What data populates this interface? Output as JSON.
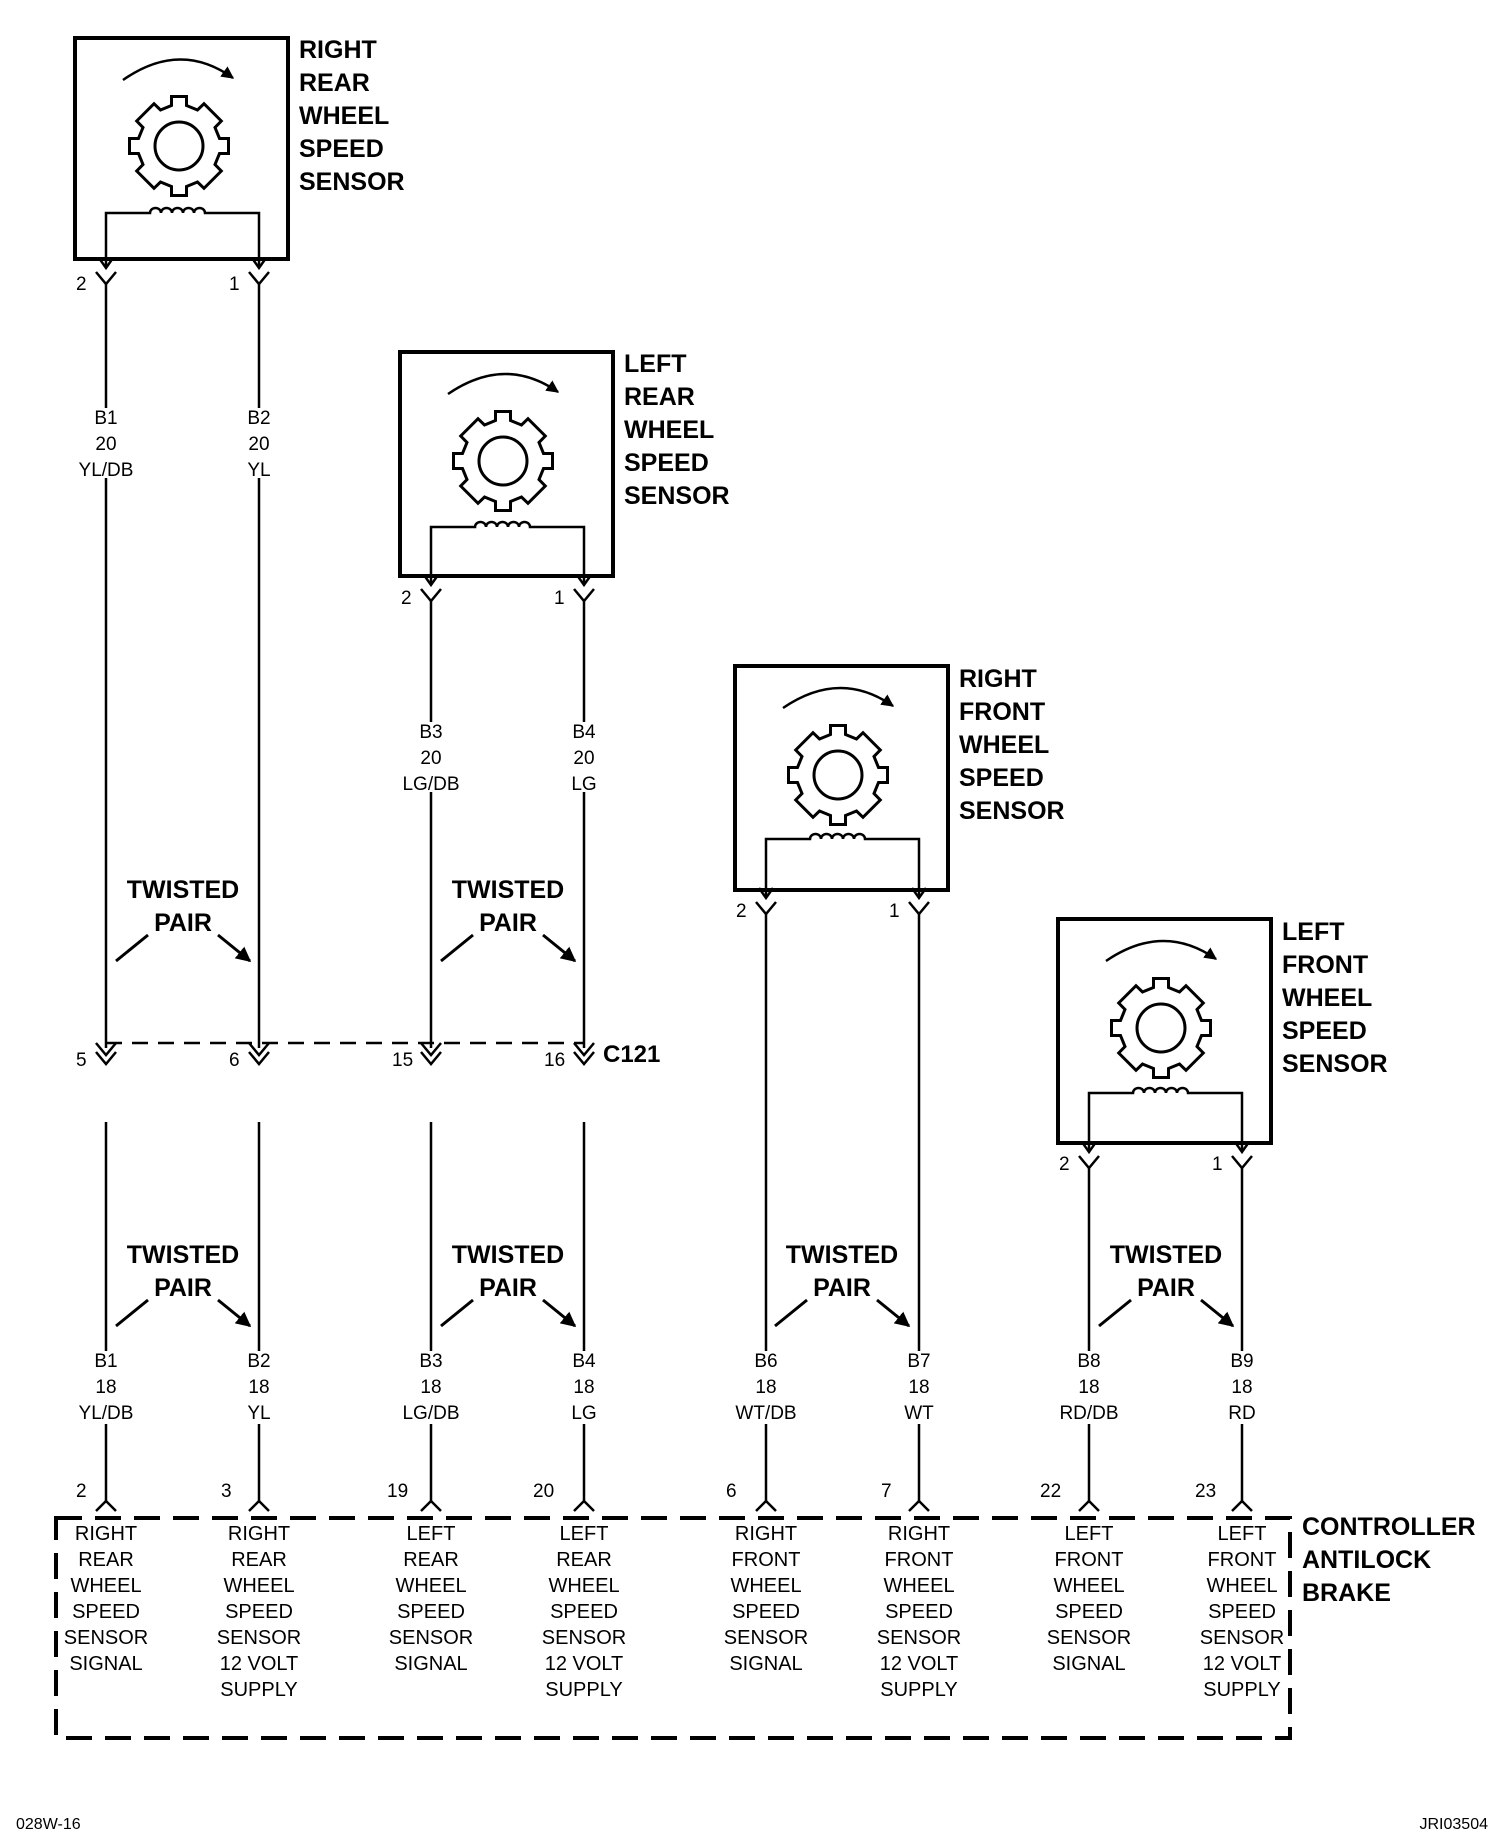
{
  "sensors": [
    {
      "title": [
        "RIGHT",
        "REAR",
        "WHEEL",
        "SPEED",
        "SENSOR"
      ],
      "pins": [
        "2",
        "1"
      ]
    },
    {
      "title": [
        "LEFT",
        "REAR",
        "WHEEL",
        "SPEED",
        "SENSOR"
      ],
      "pins": [
        "2",
        "1"
      ]
    },
    {
      "title": [
        "RIGHT",
        "FRONT",
        "WHEEL",
        "SPEED",
        "SENSOR"
      ],
      "pins": [
        "2",
        "1"
      ]
    },
    {
      "title": [
        "LEFT",
        "FRONT",
        "WHEEL",
        "SPEED",
        "SENSOR"
      ],
      "pins": [
        "2",
        "1"
      ]
    }
  ],
  "upper_wires": [
    [
      "B1",
      "20",
      "YL/DB"
    ],
    [
      "B2",
      "20",
      "YL"
    ],
    [
      "B3",
      "20",
      "LG/DB"
    ],
    [
      "B4",
      "20",
      "LG"
    ]
  ],
  "connector": {
    "label": "C121",
    "pins": [
      "5",
      "6",
      "15",
      "16"
    ]
  },
  "twisted_pair_label": [
    "TWISTED",
    "PAIR"
  ],
  "lower_wires": [
    [
      "B1",
      "18",
      "YL/DB"
    ],
    [
      "B2",
      "18",
      "YL"
    ],
    [
      "B3",
      "18",
      "LG/DB"
    ],
    [
      "B4",
      "18",
      "LG"
    ],
    [
      "B6",
      "18",
      "WT/DB"
    ],
    [
      "B7",
      "18",
      "WT"
    ],
    [
      "B8",
      "18",
      "RD/DB"
    ],
    [
      "B9",
      "18",
      "RD"
    ]
  ],
  "controller": {
    "title": [
      "CONTROLLER",
      "ANTILOCK",
      "BRAKE"
    ],
    "pins": [
      "2",
      "3",
      "19",
      "20",
      "6",
      "7",
      "22",
      "23"
    ],
    "circuits": [
      [
        "RIGHT",
        "REAR",
        "WHEEL",
        "SPEED",
        "SENSOR",
        "SIGNAL"
      ],
      [
        "RIGHT",
        "REAR",
        "WHEEL",
        "SPEED",
        "SENSOR",
        "12 VOLT",
        "SUPPLY"
      ],
      [
        "LEFT",
        "REAR",
        "WHEEL",
        "SPEED",
        "SENSOR",
        "SIGNAL"
      ],
      [
        "LEFT",
        "REAR",
        "WHEEL",
        "SPEED",
        "SENSOR",
        "12 VOLT",
        "SUPPLY"
      ],
      [
        "RIGHT",
        "FRONT",
        "WHEEL",
        "SPEED",
        "SENSOR",
        "SIGNAL"
      ],
      [
        "RIGHT",
        "FRONT",
        "WHEEL",
        "SPEED",
        "SENSOR",
        "12 VOLT",
        "SUPPLY"
      ],
      [
        "LEFT",
        "FRONT",
        "WHEEL",
        "SPEED",
        "SENSOR",
        "SIGNAL"
      ],
      [
        "LEFT",
        "FRONT",
        "WHEEL",
        "SPEED",
        "SENSOR",
        "12 VOLT",
        "SUPPLY"
      ]
    ]
  },
  "footer": {
    "left_code": "028W-16",
    "right_code": "JRI03504"
  }
}
